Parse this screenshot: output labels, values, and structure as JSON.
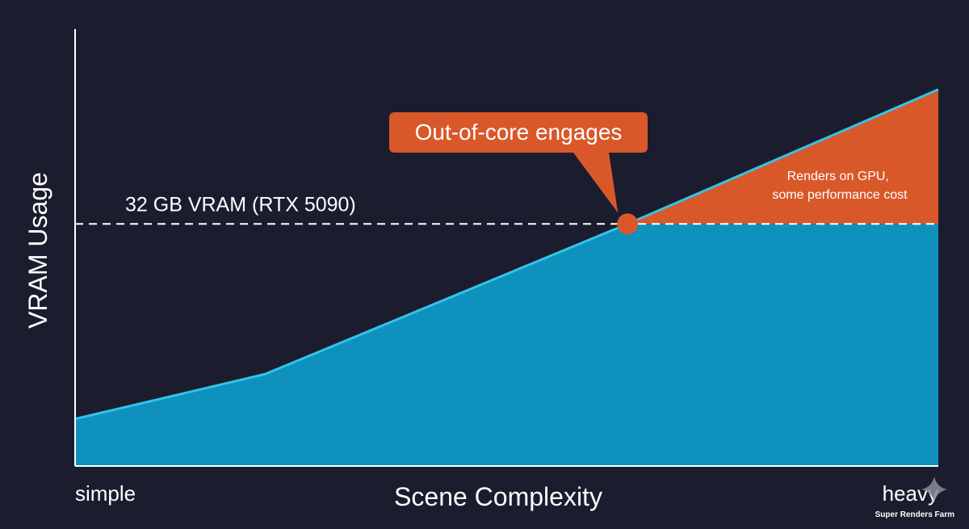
{
  "chart_data": {
    "type": "area",
    "xlabel": "Scene Complexity",
    "ylabel": "VRAM Usage",
    "x_tick_labels": [
      "simple",
      "heavy"
    ],
    "x": [
      0,
      22,
      64,
      100
    ],
    "series": [
      {
        "values": [
          10.5,
          20.5,
          54,
          84
        ]
      }
    ],
    "xlim": [
      0,
      100
    ],
    "ylim": [
      0,
      100
    ],
    "threshold": {
      "value": 54,
      "label": "32 GB VRAM (RTX 5090)",
      "style": "dashed"
    },
    "annotations": [
      {
        "text": "Out-of-core engages",
        "x": 64,
        "y": 54,
        "type": "callout"
      },
      {
        "text": "Renders on GPU, some performance cost",
        "region": "above-threshold"
      }
    ],
    "colors": {
      "below": "#0e92bd",
      "above": "#d9582a",
      "line": "#33c4e8",
      "background": "#1b1c2e"
    },
    "grid": false,
    "legend": "none"
  },
  "branding": {
    "name": "Super Renders Farm"
  }
}
